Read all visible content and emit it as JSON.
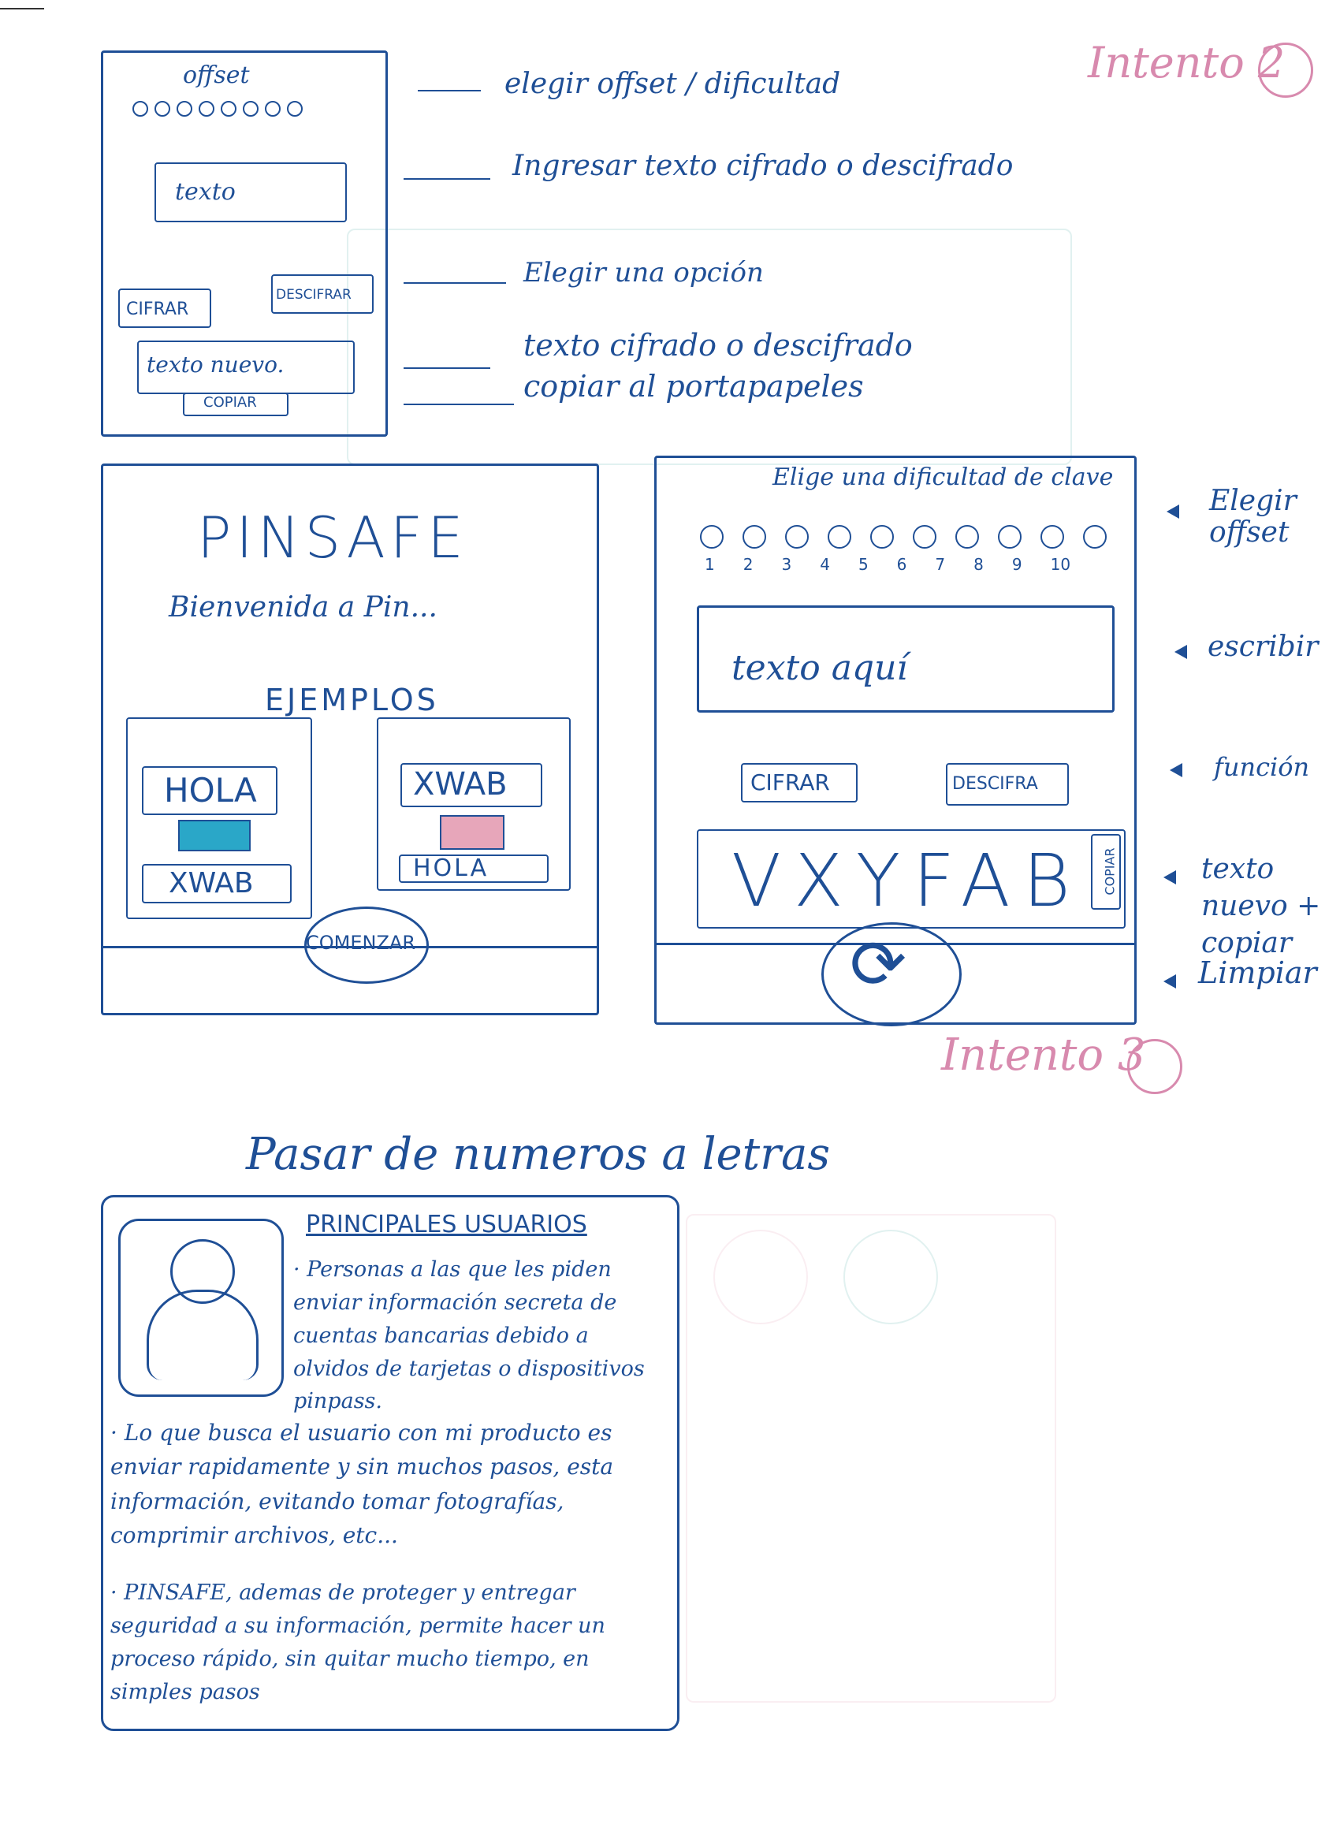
{
  "header": {
    "intento2": "Intento 2",
    "intento3": "Intento 3"
  },
  "sketch1": {
    "offset_label": "offset",
    "input_text": "texto",
    "cifrar_button": "CIFRAR",
    "descifrar_button": "DESCIFRAR",
    "output_text": "texto nuevo.",
    "copiar_button": "COPIAR",
    "annotations": [
      "elegir offset / dificultad",
      "Ingresar texto cifrado o descifrado",
      "Elegir una opción",
      "texto cifrado o descifrado",
      "copiar al portapapeles"
    ]
  },
  "sketch2": {
    "title": "PINSAFE",
    "welcome": "Bienvenida a Pin...",
    "examples_heading": "EJEMPLOS",
    "example_left_top": "HOLA",
    "example_left_bottom": "XWAB",
    "example_right_top": "XWAB",
    "example_right_bottom": "HOLA",
    "start_button": "COMENZAR"
  },
  "sketch3": {
    "difficulty_heading": "Elige una dificultad de clave",
    "difficulty_numbers": [
      "1",
      "2",
      "3",
      "4",
      "5",
      "6",
      "7",
      "8",
      "9",
      "10"
    ],
    "input_text": "texto aquí",
    "cifrar_button": "CIFRAR",
    "descifrar_button": "DESCIFRA",
    "output_text": "VXYFAB",
    "copiar_button": "COPIAR",
    "side_notes": [
      "Elegir offset",
      "escribir",
      "función",
      "texto nuevo + copiar",
      "Limpiar"
    ]
  },
  "section2": {
    "title": "Pasar de numeros a letras",
    "users_heading": "PRINCIPALES USUARIOS",
    "users_text": "· Personas a las que les piden enviar información secreta de cuentas bancarias debido a olvidos de tarjetas o dispositivos pinpass.",
    "goal_text": "· Lo que busca el usuario con mi producto es enviar rapidamente y sin muchos pasos, esta información, evitando tomar fotografías, comprimir archivos, etc...",
    "pinsafe_text": "· PINSAFE, ademas de proteger y entregar seguridad a su información, permite hacer un proceso rápido, sin quitar mucho tiempo, en simples pasos"
  },
  "colors": {
    "ink": "#1f4f96",
    "pink": "#d88aae",
    "teal": "#2aa7c8",
    "rose": "#e7a6ba"
  }
}
